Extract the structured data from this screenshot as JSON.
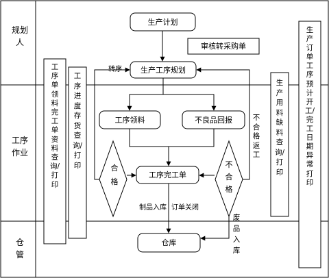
{
  "lanes": {
    "planner": "规划人",
    "process": "工序作业",
    "warehouse": "仓管"
  },
  "boxes": {
    "production_plan": "生产计划",
    "review_purchase": "审核转采购单",
    "process_plan": "生产工序规划",
    "process_material": "工序领料",
    "defect_report": "不良品回报",
    "process_complete": "工序完工单",
    "warehouse": "仓库"
  },
  "decisions": {
    "pass": "合格",
    "fail": "不合格"
  },
  "side_panels": {
    "left_outer": "工序单领料完工单资料查询/打印",
    "left_inner": "工序进度存货查询/打印",
    "right_inner": "生产用料缺料查询/打印",
    "right_outer": "生产订单工序预计开工/完工日期异常打印"
  },
  "edge_labels": {
    "transfer": "转序",
    "fail_rework": "不合格返工",
    "finished_in": "制品入库",
    "order_close": "订单关闭",
    "scrap_in": "废品入库"
  }
}
